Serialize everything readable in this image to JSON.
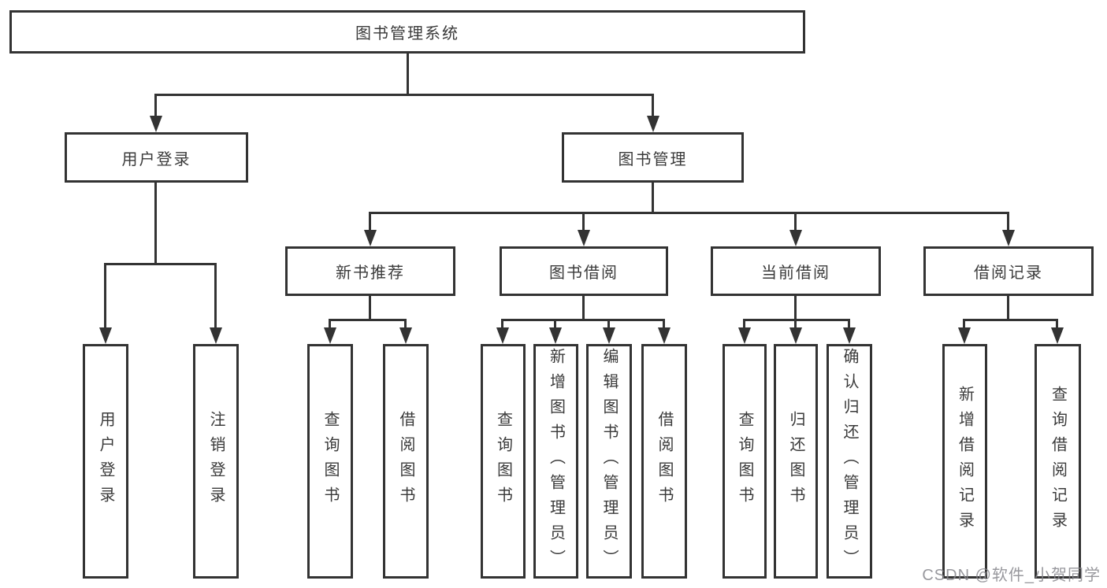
{
  "diagram": {
    "title": "图书管理系统",
    "level2": {
      "user_login": "用户登录",
      "book_mgmt": "图书管理"
    },
    "level3": {
      "recommend": "新书推荐",
      "borrow": "图书借阅",
      "current": "当前借阅",
      "records": "借阅记录"
    },
    "leaves": {
      "user": [
        "用户登录",
        "注销登录"
      ],
      "recommend": [
        "查询图书",
        "借阅图书"
      ],
      "borrow": [
        "查询图书",
        "新增图书（管理员）",
        "编辑图书（管理员）",
        "借阅图书"
      ],
      "current": [
        "查询图书",
        "归还图书",
        "确认归还（管理员）"
      ],
      "records": [
        "新增借阅记录",
        "查询借阅记录"
      ]
    },
    "watermark": "CSDN @软件_小贺同学",
    "colors": {
      "line": "#333333",
      "text": "#3a3a3a",
      "background": "#ffffff",
      "watermark": "#86868c"
    }
  }
}
